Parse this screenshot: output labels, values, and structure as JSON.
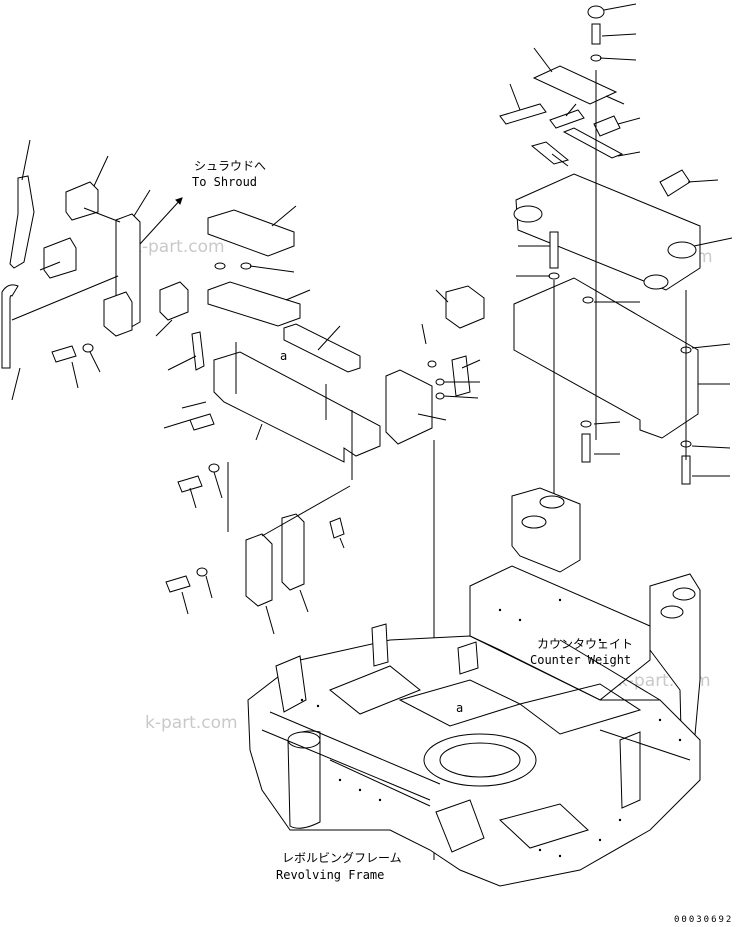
{
  "labels": {
    "shroud_jp": "シュラウドへ",
    "shroud_en": "To Shroud",
    "counterweight_jp": "カウンタウェイト",
    "counterweight_en": "Counter Weight",
    "revolving_jp": "レボルビングフレーム",
    "revolving_en": "Revolving Frame",
    "ref_a1": "a",
    "ref_a2": "a"
  },
  "watermark": {
    "text": "k-part.com"
  },
  "drawing_number": "00030692"
}
